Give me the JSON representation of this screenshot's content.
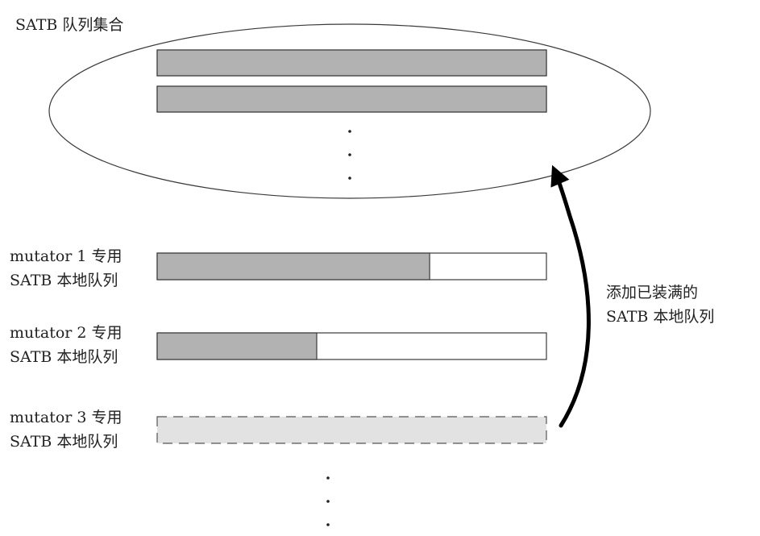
{
  "title": "SATB 队列集合",
  "colors": {
    "filled": "#b2b2b2",
    "empty": "#ffffff",
    "inactive": "#e2e2e2",
    "stroke": "#3a3a3a",
    "arrow": "#000000"
  },
  "set_buffers": [
    {
      "fill_fraction": 1.0
    },
    {
      "fill_fraction": 1.0
    }
  ],
  "local_queues": [
    {
      "label_line1": "mutator 1 专用",
      "label_line2": "SATB 本地队列",
      "fill_fraction": 0.7,
      "style": "solid"
    },
    {
      "label_line1": "mutator 2 专用",
      "label_line2": "SATB 本地队列",
      "fill_fraction": 0.41,
      "style": "solid"
    },
    {
      "label_line1": "mutator 3 专用",
      "label_line2": "SATB 本地队列",
      "fill_fraction": 0.0,
      "style": "dashed"
    }
  ],
  "arrow": {
    "label_line1": "添加已装满的",
    "label_line2": "SATB 本地队列"
  }
}
